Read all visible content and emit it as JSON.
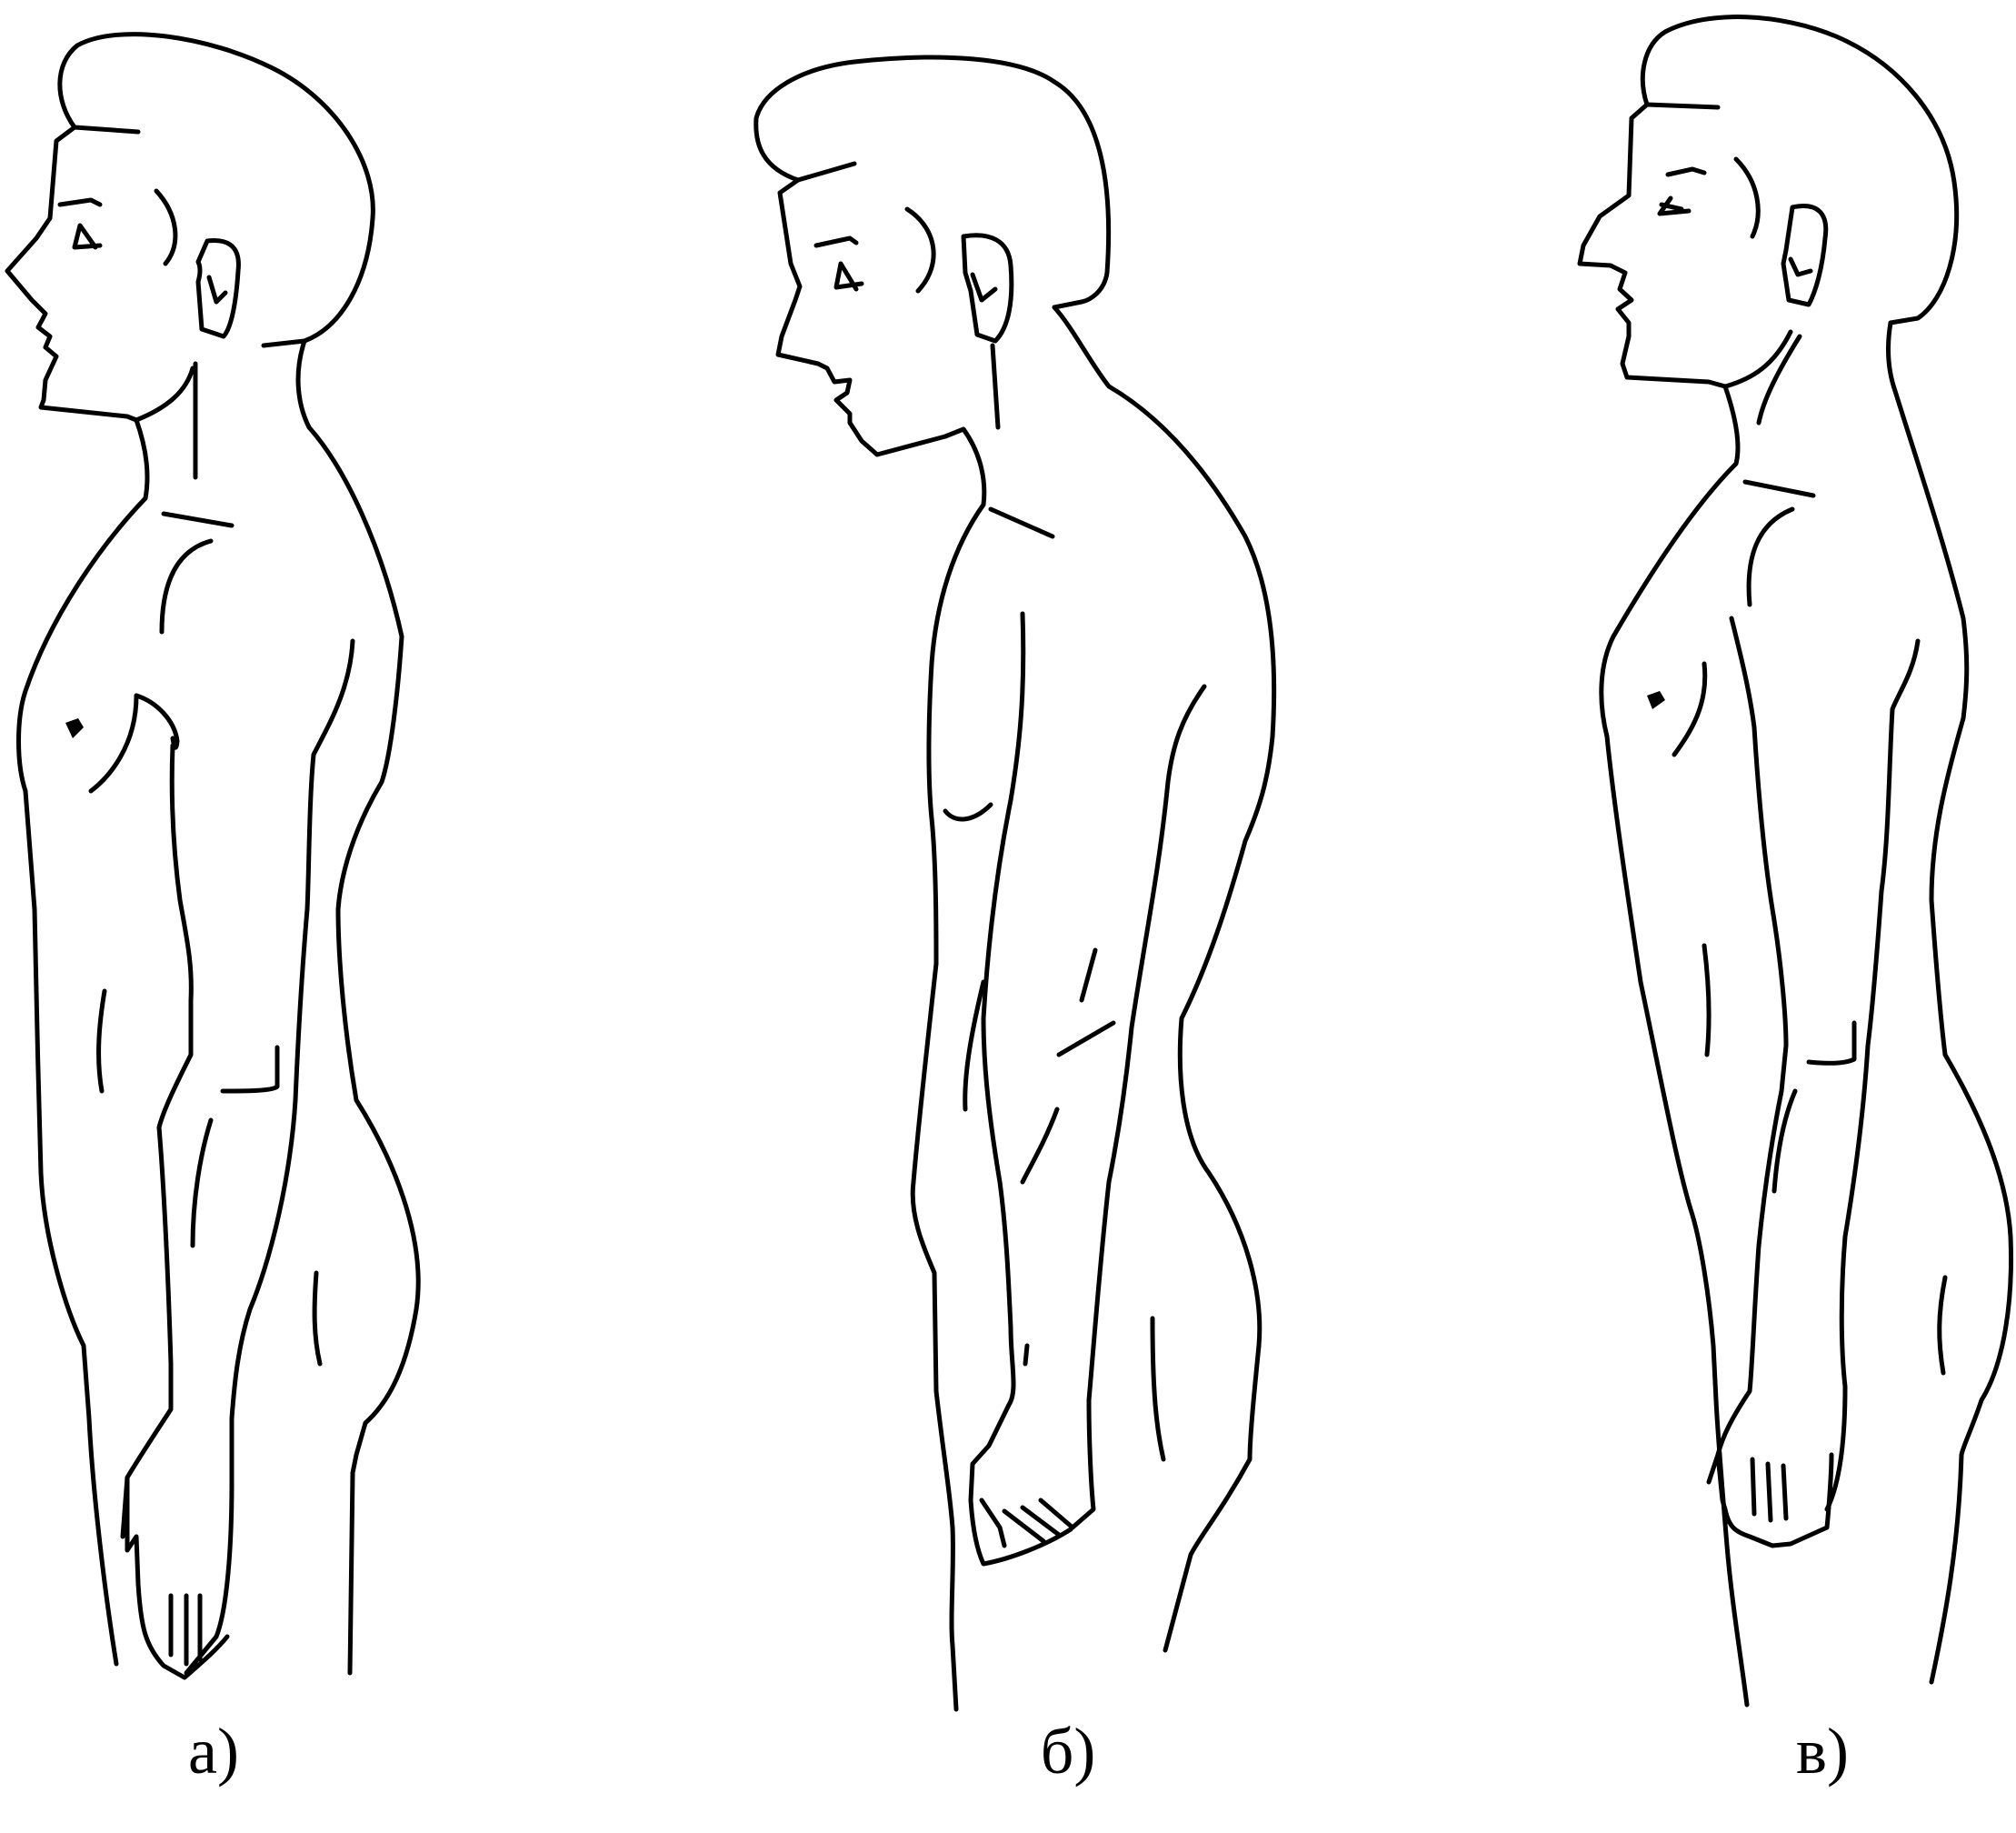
{
  "figures": [
    {
      "label": "а)",
      "description_icon": "posture-figure-icon"
    },
    {
      "label": "б)",
      "description_icon": "posture-figure-icon"
    },
    {
      "label": "в)",
      "description_icon": "posture-figure-icon"
    }
  ],
  "colors": {
    "line": "#000000",
    "background": "#ffffff"
  }
}
